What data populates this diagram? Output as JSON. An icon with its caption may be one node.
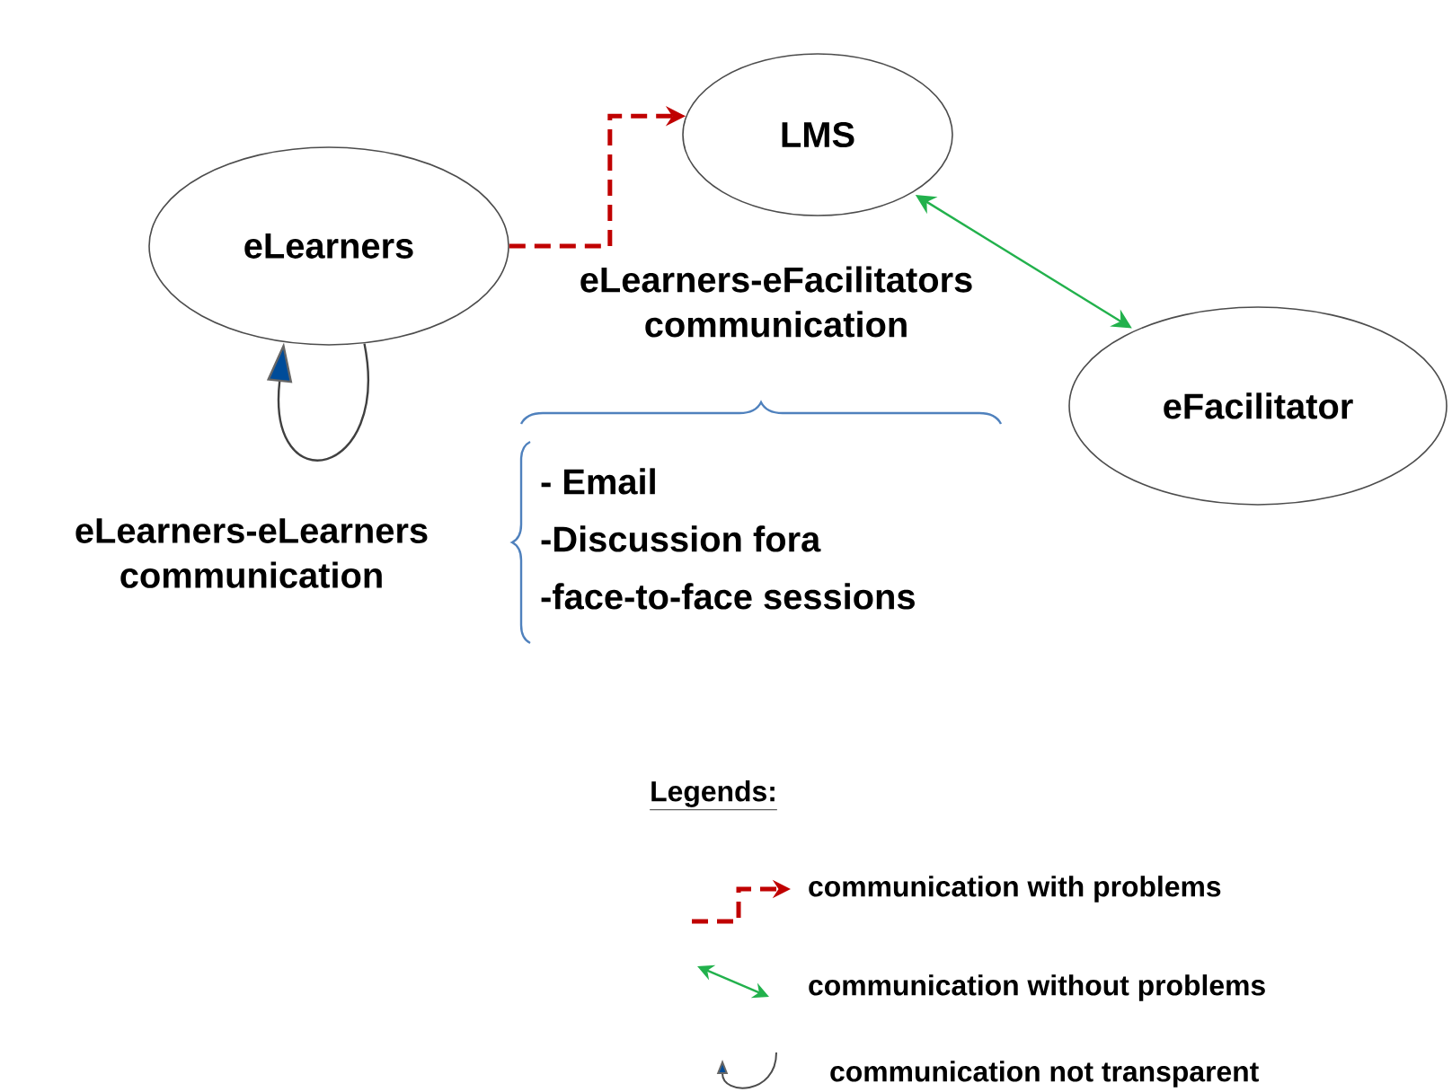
{
  "diagram": {
    "nodes": [
      {
        "text": [
          "LMS"
        ]
      },
      {
        "text": [
          "eLearners"
        ]
      },
      {
        "text": [
          "eFacilitator"
        ]
      }
    ],
    "edges": [
      {
        "from": 1,
        "to": 0,
        "arrow": "to",
        "style": "dashed",
        "color": "#c00000"
      },
      {
        "from": 0,
        "to": 2,
        "arrow": "both",
        "color": "#22b14c"
      },
      {
        "from": 1,
        "to": 1,
        "arrow": "to",
        "color": "#404040"
      }
    ],
    "labels": [
      "eLearners-eFacilitators communication",
      "- Email",
      "-Discussion fora",
      "-face-to-face sessions",
      "eLearners-eLearners communication",
      "Legends:"
    ],
    "legend": [
      {
        "text": "communication with problems"
      },
      {
        "text": "communication without problems"
      },
      {
        "text": "communication not transparent"
      }
    ]
  }
}
